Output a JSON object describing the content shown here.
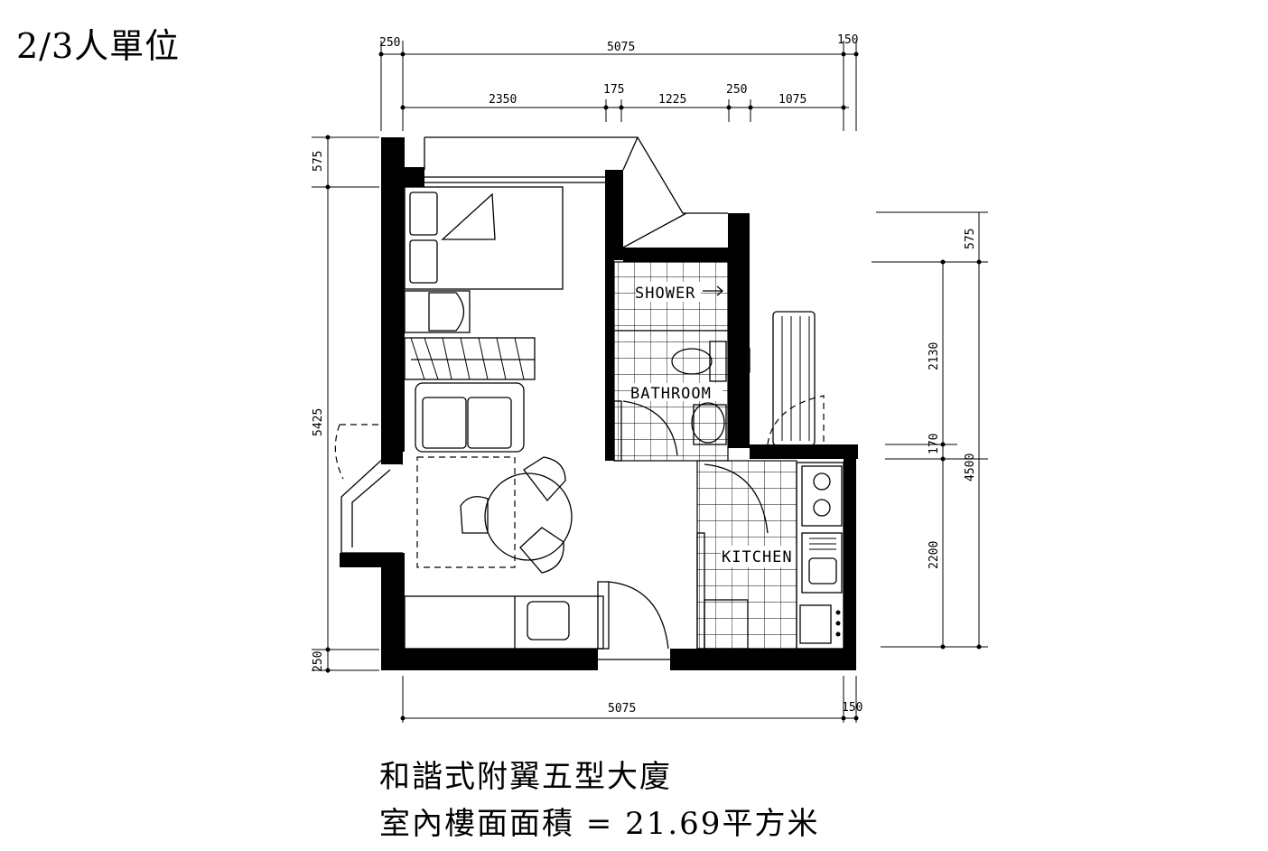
{
  "unit_title": "2/3人單位",
  "estate_name": "和諧式附翼五型大廈",
  "area_text": "室內樓面面積 = 21.69平方米",
  "rooms": {
    "shower": "SHOWER",
    "bathroom": "BATHROOM",
    "kitchen": "KITCHEN"
  },
  "dimensions": {
    "top": [
      "250",
      "5075",
      "150"
    ],
    "top_inner": [
      "2350",
      "175",
      "1225",
      "250",
      "1075"
    ],
    "bottom": [
      "5075",
      "150"
    ],
    "left": [
      "575",
      "5425",
      "250"
    ],
    "right_outer": [
      "575",
      "4500"
    ],
    "right_inner": [
      "2130",
      "170",
      "2200"
    ]
  }
}
